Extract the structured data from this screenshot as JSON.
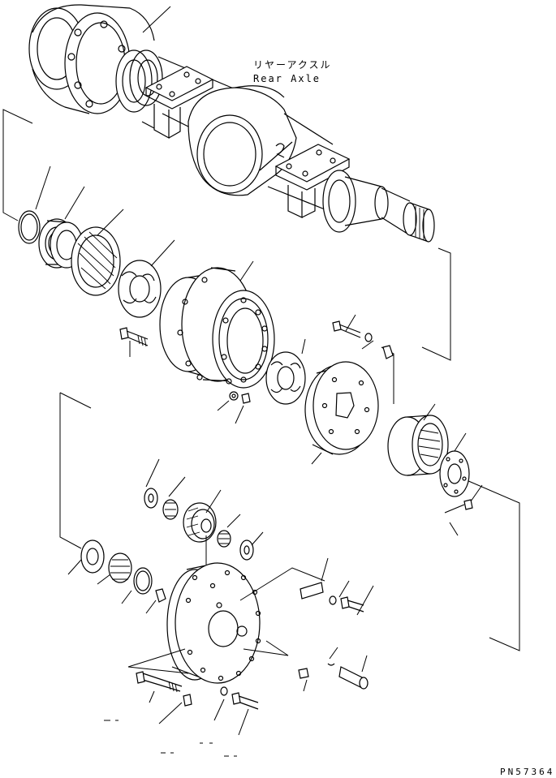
{
  "labels": {
    "title_jp": "リヤーアクスル",
    "title_en": "Rear Axle",
    "part_code": "PN57364",
    "ann_axle": "2"
  },
  "callouts_count": 28
}
